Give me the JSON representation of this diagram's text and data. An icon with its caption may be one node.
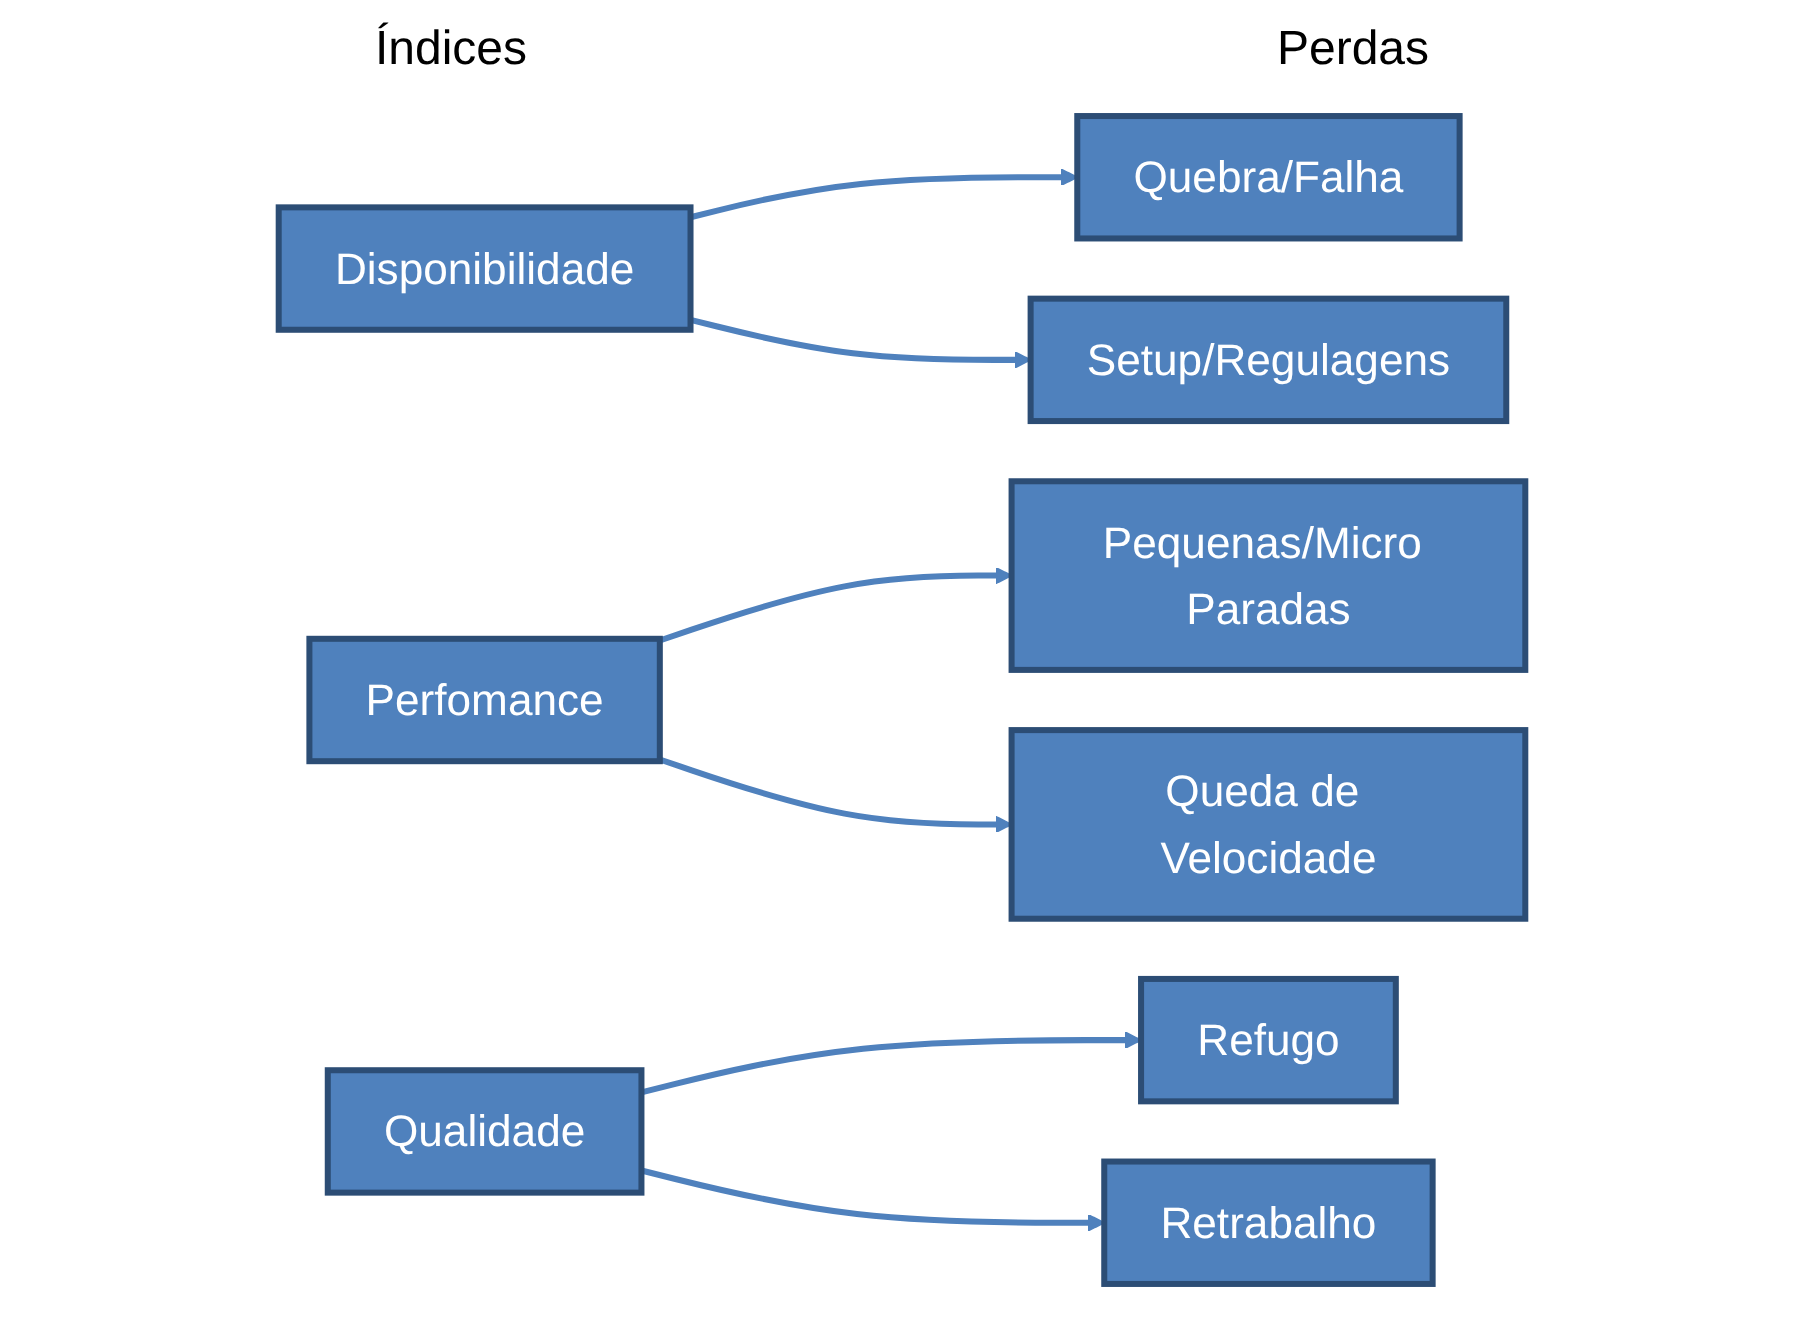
{
  "diagram": {
    "nodes": [
      {
        "text": [
          "Disponibilidade"
        ]
      },
      {
        "text": [
          "Quebra/Falha"
        ]
      },
      {
        "text": [
          "Setup/Regulagens"
        ]
      },
      {
        "text": [
          "Perfomance"
        ]
      },
      {
        "text": [
          "Pequenas/Micro Paradas"
        ]
      },
      {
        "text": [
          "Queda de Velocidade"
        ]
      },
      {
        "text": [
          "Qualidade"
        ]
      },
      {
        "text": [
          "Refugo"
        ]
      },
      {
        "text": [
          "Retrabalho"
        ]
      }
    ],
    "edges": [
      {
        "from": 0,
        "to": 1,
        "arrow": "to"
      },
      {
        "from": 0,
        "to": 2,
        "arrow": "to"
      },
      {
        "from": 3,
        "to": 4,
        "arrow": "to"
      },
      {
        "from": 3,
        "to": 5,
        "arrow": "to"
      },
      {
        "from": 6,
        "to": 7,
        "arrow": "to"
      },
      {
        "from": 6,
        "to": 8,
        "arrow": "to"
      }
    ],
    "labels": [
      "Índices",
      "Perdas"
    ]
  }
}
